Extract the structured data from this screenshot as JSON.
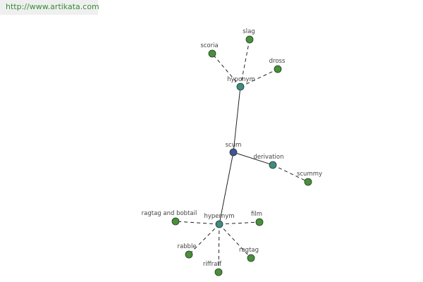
{
  "header": {
    "url": "http://www.artikata.com"
  },
  "colors": {
    "root": "#45509a",
    "relation": "#3f8a84",
    "leaf": "#4a8f3c",
    "edge": "#222222",
    "url_text": "#3a8a3a",
    "url_bg": "#efefef"
  },
  "graph": {
    "nodes": [
      {
        "id": "scum",
        "label": "scum",
        "kind": "root"
      },
      {
        "id": "hyponym",
        "label": "hyponym",
        "kind": "relation"
      },
      {
        "id": "derivation",
        "label": "derivation",
        "kind": "relation"
      },
      {
        "id": "hypernym",
        "label": "hypernym",
        "kind": "relation"
      },
      {
        "id": "slag",
        "label": "slag",
        "kind": "leaf"
      },
      {
        "id": "scoria",
        "label": "scoria",
        "kind": "leaf"
      },
      {
        "id": "dross",
        "label": "dross",
        "kind": "leaf"
      },
      {
        "id": "scummy",
        "label": "scummy",
        "kind": "leaf"
      },
      {
        "id": "ragtag_and_bobtail",
        "label": "ragtag and bobtail",
        "kind": "leaf"
      },
      {
        "id": "film",
        "label": "film",
        "kind": "leaf"
      },
      {
        "id": "rabble",
        "label": "rabble",
        "kind": "leaf"
      },
      {
        "id": "ragtag",
        "label": "ragtag",
        "kind": "leaf"
      },
      {
        "id": "riffraff",
        "label": "riffraff",
        "kind": "leaf"
      }
    ],
    "edges": [
      {
        "from": "scum",
        "to": "hyponym",
        "style": "solid"
      },
      {
        "from": "scum",
        "to": "derivation",
        "style": "solid"
      },
      {
        "from": "scum",
        "to": "hypernym",
        "style": "solid"
      },
      {
        "from": "hyponym",
        "to": "slag",
        "style": "dashed"
      },
      {
        "from": "hyponym",
        "to": "scoria",
        "style": "dashed"
      },
      {
        "from": "hyponym",
        "to": "dross",
        "style": "dashed"
      },
      {
        "from": "derivation",
        "to": "scummy",
        "style": "dashed"
      },
      {
        "from": "hypernym",
        "to": "ragtag_and_bobtail",
        "style": "dashed"
      },
      {
        "from": "hypernym",
        "to": "film",
        "style": "dashed"
      },
      {
        "from": "hypernym",
        "to": "rabble",
        "style": "dashed"
      },
      {
        "from": "hypernym",
        "to": "ragtag",
        "style": "dashed"
      },
      {
        "from": "hypernym",
        "to": "riffraff",
        "style": "dashed"
      }
    ]
  }
}
